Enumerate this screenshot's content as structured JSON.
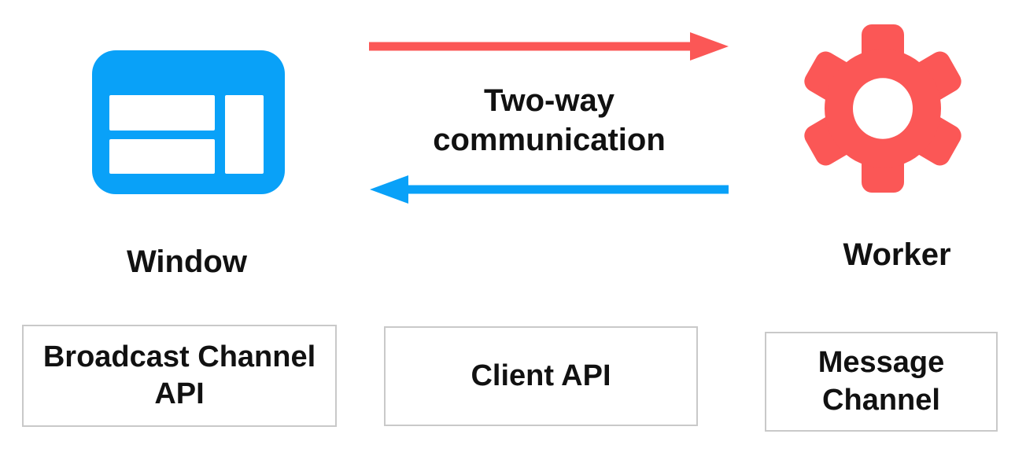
{
  "diagram": {
    "window": {
      "label": "Window"
    },
    "worker": {
      "label": "Worker"
    },
    "communication": {
      "label": "Two-way communication"
    },
    "boxes": [
      {
        "label": "Broadcast Channel API"
      },
      {
        "label": "Client API"
      },
      {
        "label": "Message Channel"
      }
    ],
    "icons": {
      "window": "browser-window-icon",
      "worker": "gear-icon",
      "forward": "arrow-right-icon",
      "backward": "arrow-left-icon"
    },
    "colors": {
      "blue": "#09a1f8",
      "red": "#fb5756",
      "box_border": "#c9c9c9",
      "text": "#111111",
      "bg": "#ffffff"
    }
  }
}
